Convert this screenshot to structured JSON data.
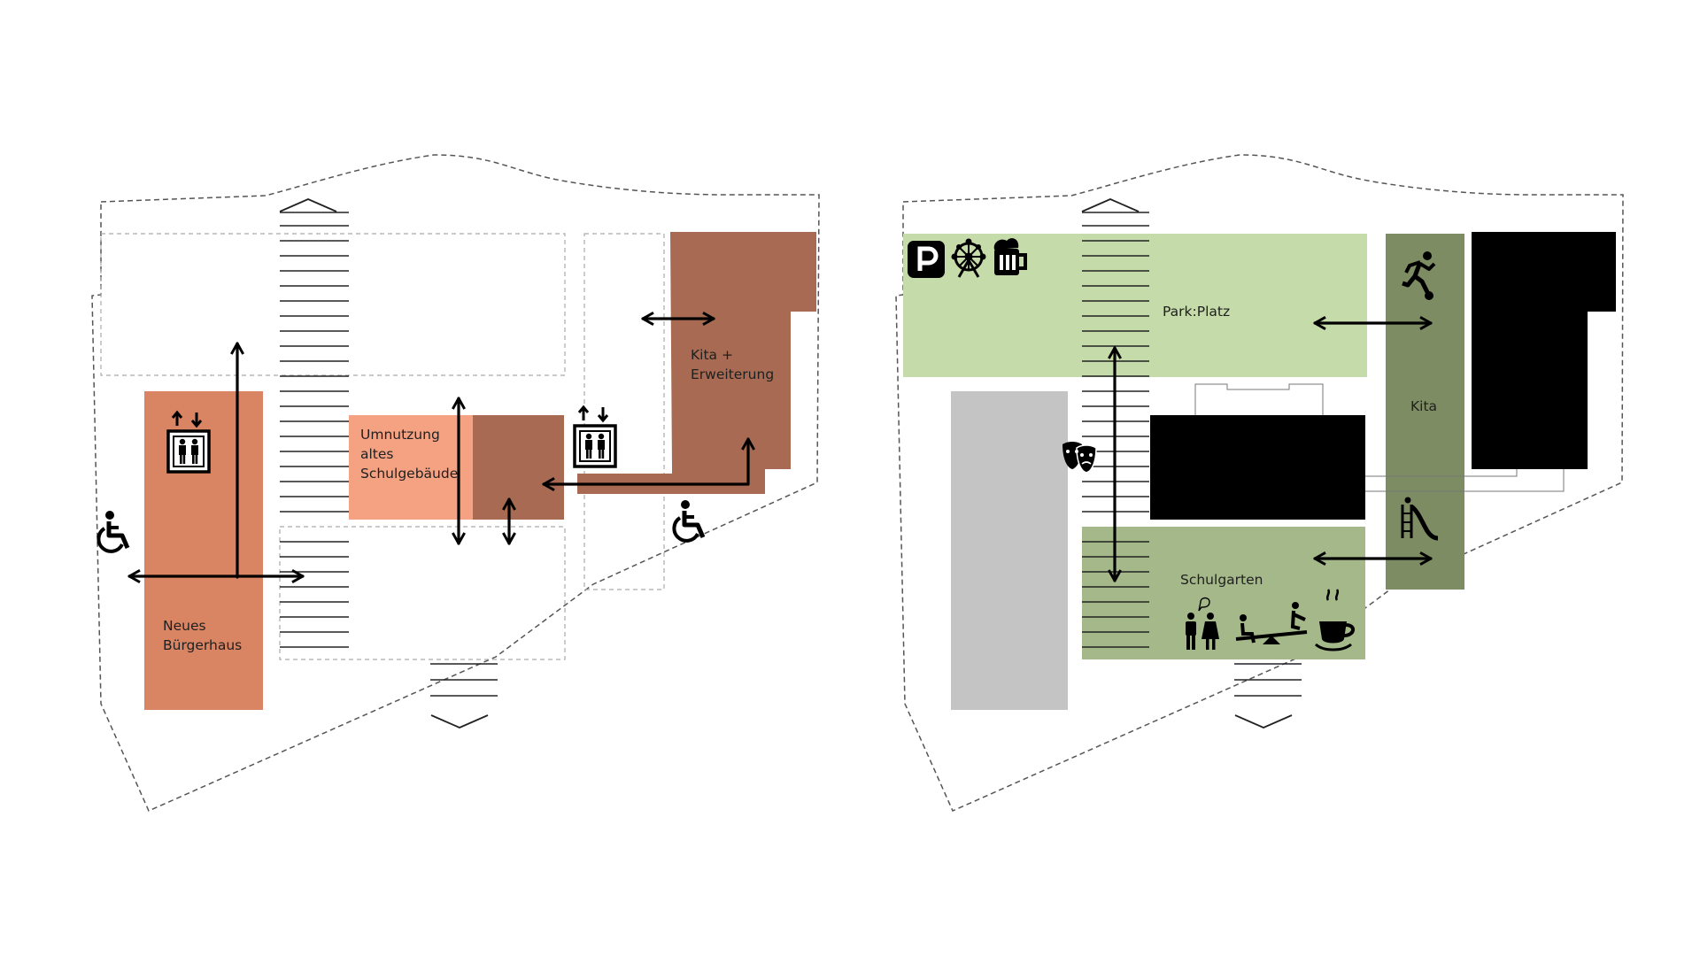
{
  "colors": {
    "terracotta": "#D98463",
    "salmon": "#F5A283",
    "brown": "#A86A52",
    "park_green": "#C5DBA9",
    "garden_green": "#A4B88A",
    "kita_green": "#7D8C62",
    "building_black": "#000000",
    "grey_block": "#C4C4C4"
  },
  "left_plan": {
    "labels": {
      "buergerhaus_1": "Neues",
      "buergerhaus_2": "Bürgerhaus",
      "schule_1": "Umnutzung",
      "schule_2": "altes",
      "schule_3": "Schulgebäude",
      "kita_1": "Kita +",
      "kita_2": "Erweiterung"
    },
    "icons": [
      "elevator-icon",
      "elevator-icon",
      "wheelchair-icon",
      "wheelchair-icon"
    ]
  },
  "right_plan": {
    "labels": {
      "parkplatz": "Park:Platz",
      "kita": "Kita",
      "schulgarten": "Schulgarten"
    },
    "icons": [
      "parking-icon",
      "ferris-wheel-icon",
      "beer-mug-icon",
      "theater-masks-icon",
      "soccer-player-icon",
      "slide-icon",
      "people-talking-icon",
      "seesaw-icon",
      "coffee-cup-icon"
    ]
  }
}
